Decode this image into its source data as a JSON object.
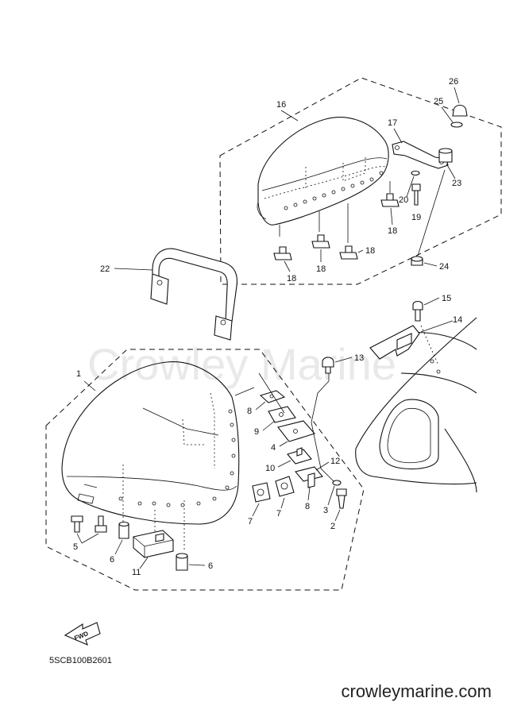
{
  "diagram_code": "5SCB100B2601",
  "watermark": "Crowley Marine",
  "website": "crowleymarine.com",
  "fwd_label": "FWD",
  "callouts": {
    "c1": "1",
    "c2": "2",
    "c3": "3",
    "c4": "4",
    "c5": "5",
    "c6a": "6",
    "c6b": "6",
    "c7a": "7",
    "c7b": "7",
    "c8a": "8",
    "c8b": "8",
    "c9": "9",
    "c10": "10",
    "c11": "11",
    "c12": "12",
    "c13": "13",
    "c14": "14",
    "c15": "15",
    "c16": "16",
    "c17": "17",
    "c18a": "18",
    "c18b": "18",
    "c18c": "18",
    "c18d": "18",
    "c19": "19",
    "c20": "20",
    "c22": "22",
    "c23": "23",
    "c24": "24",
    "c25": "25",
    "c26": "26"
  }
}
